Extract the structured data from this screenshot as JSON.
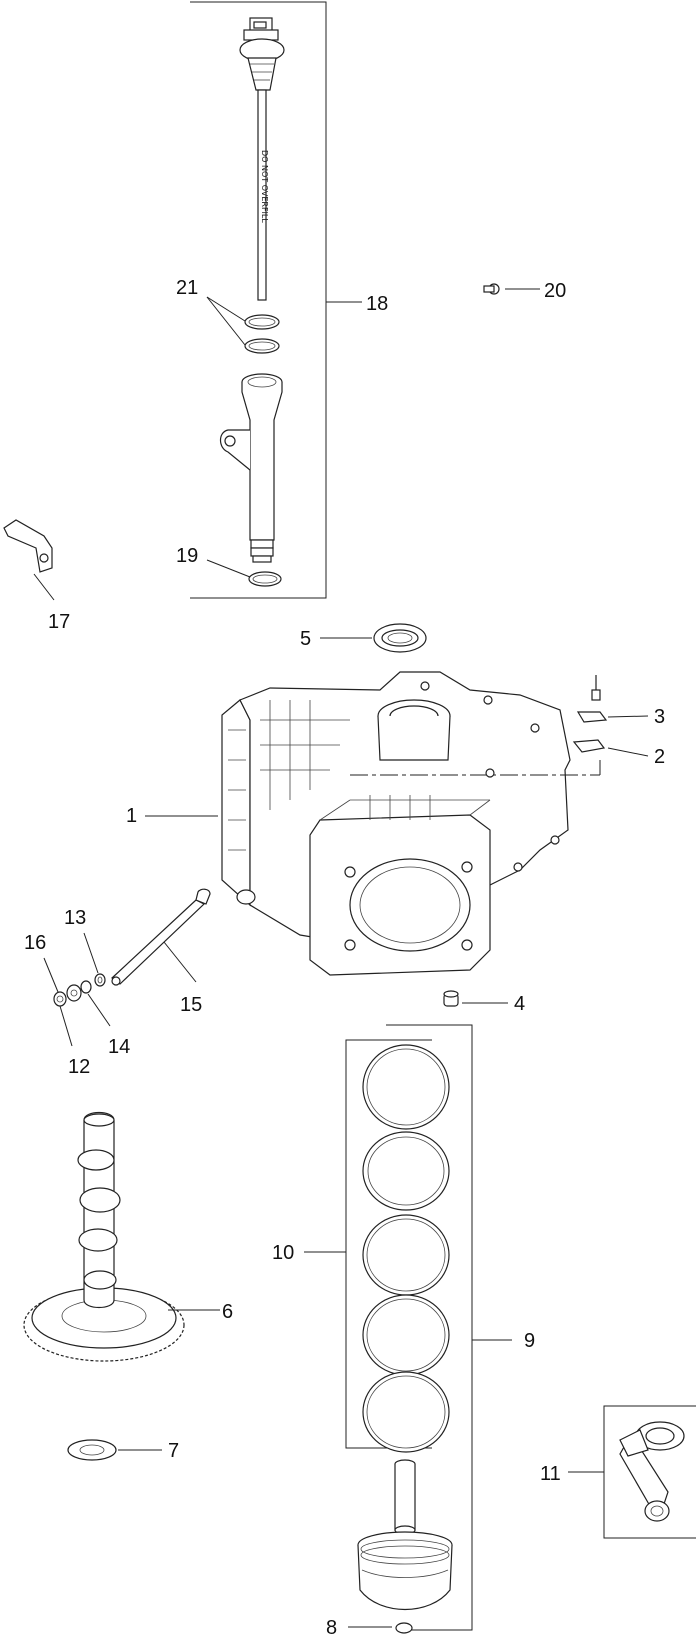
{
  "callouts": {
    "c1": "1",
    "c2": "2",
    "c3": "3",
    "c4": "4",
    "c5": "5",
    "c6": "6",
    "c7": "7",
    "c8": "8",
    "c9": "9",
    "c10": "10",
    "c11": "11",
    "c12": "12",
    "c13": "13",
    "c14": "14",
    "c15": "15",
    "c16": "16",
    "c17": "17",
    "c18": "18",
    "c19": "19",
    "c20": "20",
    "c21": "21"
  },
  "dipstick_text": "DO NOT OVERFILL"
}
